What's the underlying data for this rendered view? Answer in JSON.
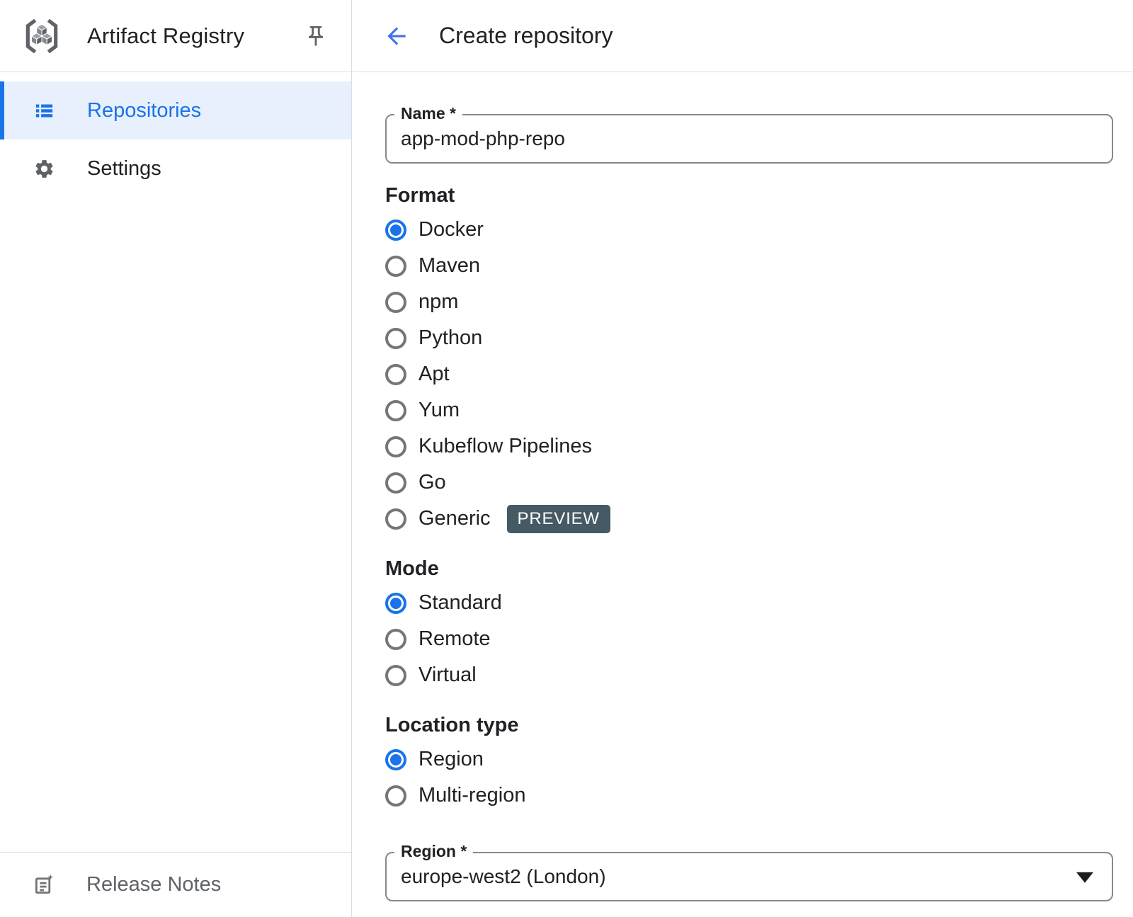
{
  "app": {
    "title": "Artifact Registry"
  },
  "sidebar": {
    "items": [
      {
        "label": "Repositories",
        "selected": true
      },
      {
        "label": "Settings",
        "selected": false
      }
    ],
    "footer_link": "Release Notes"
  },
  "header": {
    "title": "Create repository"
  },
  "form": {
    "name_field": {
      "label": "Name *",
      "value": "app-mod-php-repo"
    },
    "format": {
      "label": "Format",
      "selected": "Docker",
      "options": [
        "Docker",
        "Maven",
        "npm",
        "Python",
        "Apt",
        "Yum",
        "Kubeflow Pipelines",
        "Go",
        "Generic"
      ],
      "generic_badge": "PREVIEW"
    },
    "mode": {
      "label": "Mode",
      "selected": "Standard",
      "options": [
        "Standard",
        "Remote",
        "Virtual"
      ]
    },
    "location_type": {
      "label": "Location type",
      "selected": "Region",
      "options": [
        "Region",
        "Multi-region"
      ]
    },
    "region_field": {
      "label": "Region *",
      "value": "europe-west2 (London)"
    }
  },
  "icons": {
    "logo": "artifact-registry-logo",
    "pin": "pin-icon",
    "repositories": "list-icon",
    "settings": "gear-icon",
    "release_notes": "release-notes-icon",
    "back": "arrow-back-icon",
    "dropdown": "caret-down-icon"
  },
  "colors": {
    "accent": "#1a73e8",
    "selected_item_bg": "#e8f0fe",
    "preview_badge_bg": "#455a64",
    "border": "#dadce0",
    "field_outline": "#85898d",
    "text_primary": "#202124",
    "text_secondary": "#5f6368"
  }
}
